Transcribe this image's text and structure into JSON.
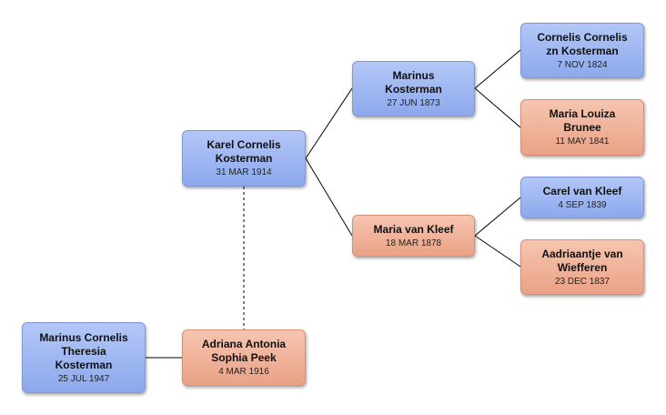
{
  "persons": {
    "root": {
      "name": "Marinus Cornelis\nTheresia\nKosterman",
      "date": "25 JUL 1947"
    },
    "father": {
      "name": "Karel Cornelis\nKosterman",
      "date": "31 MAR 1914"
    },
    "mother": {
      "name": "Adriana Antonia\nSophia Peek",
      "date": "4 MAR 1916"
    },
    "pgf": {
      "name": "Marinus\nKosterman",
      "date": "27 JUN 1873"
    },
    "pgm": {
      "name": "Maria van Kleef",
      "date": "18 MAR 1878"
    },
    "pgf_father": {
      "name": "Cornelis Cornelis\nzn Kosterman",
      "date": "7 NOV 1824"
    },
    "pgf_mother": {
      "name": "Maria Louiza\nBrunee",
      "date": "11 MAY 1841"
    },
    "pgm_father": {
      "name": "Carel van Kleef",
      "date": "4 SEP 1839"
    },
    "pgm_mother": {
      "name": "Aadriaantje van\nWiefferen",
      "date": "23 DEC 1837"
    }
  },
  "colors": {
    "male": "#9db5f0",
    "female": "#f0b197",
    "connector": "#000000",
    "spouse_link": "#555555"
  }
}
